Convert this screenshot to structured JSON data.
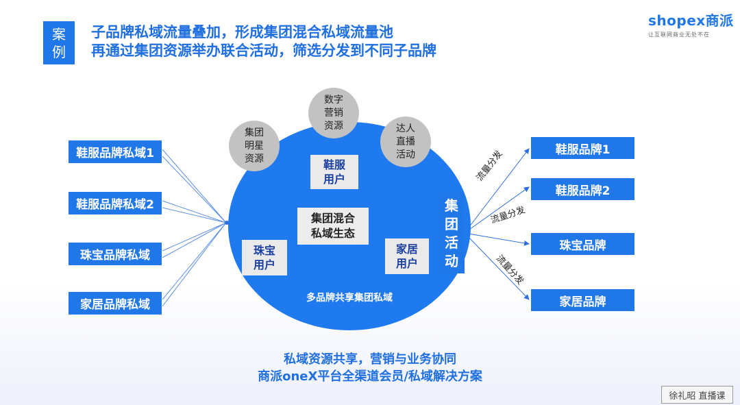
{
  "tag": {
    "line1": "案",
    "line2": "例"
  },
  "headline": {
    "line1": "子品牌私域流量叠加，形成集团混合私域流量池",
    "line2": "再通过集团资源举办联合活动，筛选分发到不同子品牌"
  },
  "logo": {
    "brand": "shopex商派",
    "slogan": "让互联网商业无处不在"
  },
  "left_boxes": [
    "鞋服品牌私域1",
    "鞋服品牌私域2",
    "珠宝品牌私域",
    "家居品牌私域"
  ],
  "right_boxes": [
    "鞋服品牌1",
    "鞋服品牌2",
    "珠宝品牌",
    "家居品牌"
  ],
  "resources": [
    {
      "line1": "集团",
      "line2": "明星",
      "line3": "资源"
    },
    {
      "line1": "数字",
      "line2": "营销",
      "line3": "资源"
    },
    {
      "line1": "达人",
      "line2": "直播",
      "line3": "活动"
    }
  ],
  "users": [
    {
      "line1": "鞋服",
      "line2": "用户"
    },
    {
      "line1": "珠宝",
      "line2": "用户"
    },
    {
      "line1": "家居",
      "line2": "用户"
    }
  ],
  "center": {
    "line1": "集团混合",
    "line2": "私域生态"
  },
  "circle_caption": "多品牌共享集团私域",
  "activity": {
    "c1": "集",
    "c2": "团",
    "c3": "活",
    "c4": "动"
  },
  "flow_labels": [
    "流量分发",
    "流量分发",
    "流量分发"
  ],
  "bottom": {
    "line1": "私域资源共享，营销与业务协同",
    "line2": "商派oneX平台全渠道会员/私域解决方案"
  },
  "watermark": "徐礼昭 直播课",
  "colors": {
    "accent": "#1f77e8",
    "bubble": "#c2c2c2",
    "line": "#5b8fe6"
  }
}
